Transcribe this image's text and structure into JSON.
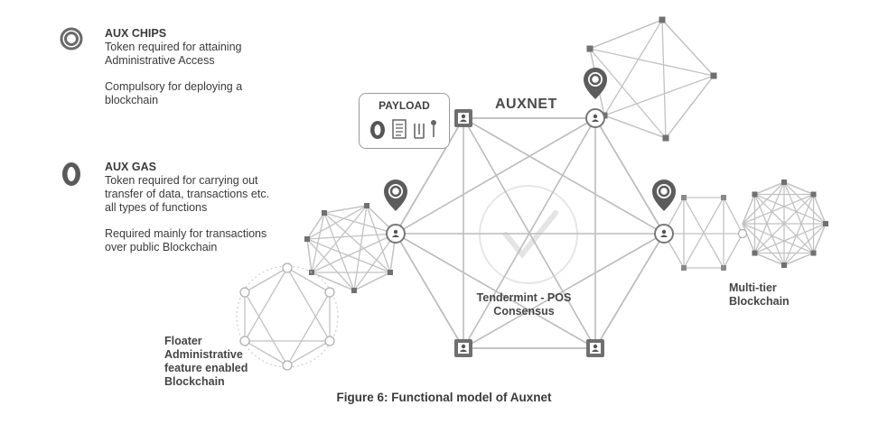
{
  "legend": {
    "chips": {
      "icon": "aux-chips-coin-icon",
      "title": "AUX CHIPS",
      "line1": "Token required for attaining",
      "line2": "Administrative Access",
      "note1": "Compulsory for deploying a",
      "note2": "blockchain"
    },
    "gas": {
      "icon": "aux-gas-coin-icon",
      "title": "AUX GAS",
      "line1": "Token required for carrying out",
      "line2": "transfer of data, transactions etc.",
      "line3": "all types of functions",
      "note1": "Required mainly for transactions",
      "note2": "over public Blockchain"
    }
  },
  "diagram": {
    "network_title": "AUXNET",
    "payload": {
      "title": "PAYLOAD",
      "icons": [
        "coin-icon",
        "document-icon",
        "contract-icon"
      ]
    },
    "consensus": {
      "line1": "Tendermint - POS",
      "line2": "Consensus"
    },
    "multitier": {
      "line1": "Multi-tier",
      "line2": "Blockchain"
    },
    "floater": {
      "line1": "Floater",
      "line2": "Administrative",
      "line3": "feature enabled",
      "line4": "Blockchain"
    }
  },
  "caption": "Figure 6: Functional model of Auxnet",
  "colors": {
    "line": "#b9b9b9",
    "node_dark": "#6f6f6f",
    "coin": "#5a5a5a",
    "text": "#3a3a3a"
  }
}
